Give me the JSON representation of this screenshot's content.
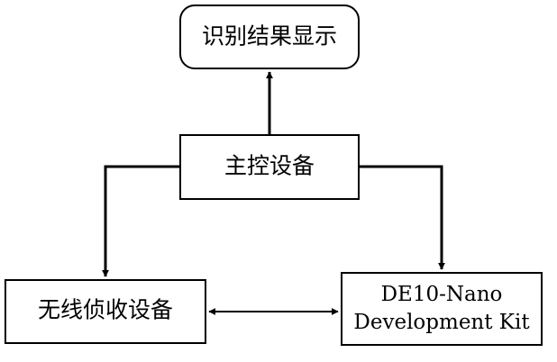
{
  "diagram": {
    "nodes": {
      "result_display": {
        "label": "识别结果显示"
      },
      "main_control": {
        "label": "主控设备"
      },
      "wireless_receiver": {
        "label": "无线侦收设备"
      },
      "de10_nano": {
        "label_line1": "DE10-Nano",
        "label_line2": "Development Kit"
      }
    },
    "edges": [
      {
        "from": "main_control",
        "to": "result_display",
        "direction": "one-way"
      },
      {
        "from": "main_control",
        "to": "wireless_receiver",
        "direction": "one-way"
      },
      {
        "from": "main_control",
        "to": "de10_nano",
        "direction": "one-way"
      },
      {
        "from": "wireless_receiver",
        "to": "de10_nano",
        "direction": "two-way"
      }
    ],
    "colors": {
      "stroke": "#000000",
      "fill": "#ffffff"
    }
  }
}
